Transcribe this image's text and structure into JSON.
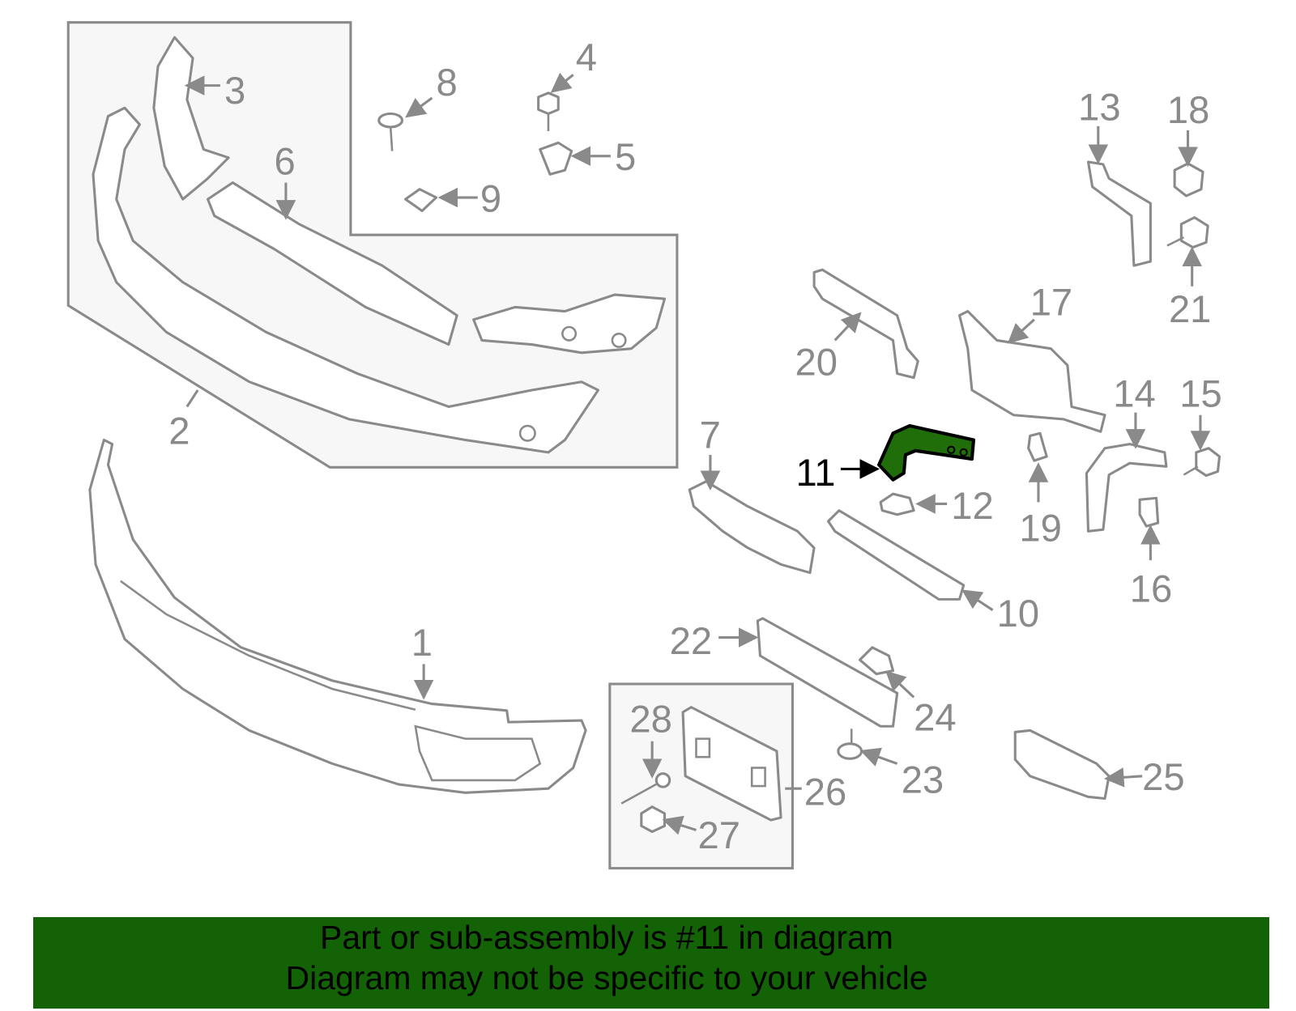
{
  "diagram": {
    "highlighted_part": "11",
    "highlight_color": "#1f6e0a",
    "labels": {
      "p1": "1",
      "p2": "2",
      "p3": "3",
      "p4": "4",
      "p5": "5",
      "p6": "6",
      "p7": "7",
      "p8": "8",
      "p9": "9",
      "p10": "10",
      "p11": "11",
      "p12": "12",
      "p13": "13",
      "p14": "14",
      "p15": "15",
      "p16": "16",
      "p17": "17",
      "p18": "18",
      "p19": "19",
      "p20": "20",
      "p21": "21",
      "p22": "22",
      "p23": "23",
      "p24": "24",
      "p25": "25",
      "p26": "26",
      "p27": "27",
      "p28": "28"
    }
  },
  "banner": {
    "line1": "Part or sub-assembly is #11 in diagram",
    "line2": "Diagram may not be specific to your vehicle",
    "color": "#136306"
  }
}
